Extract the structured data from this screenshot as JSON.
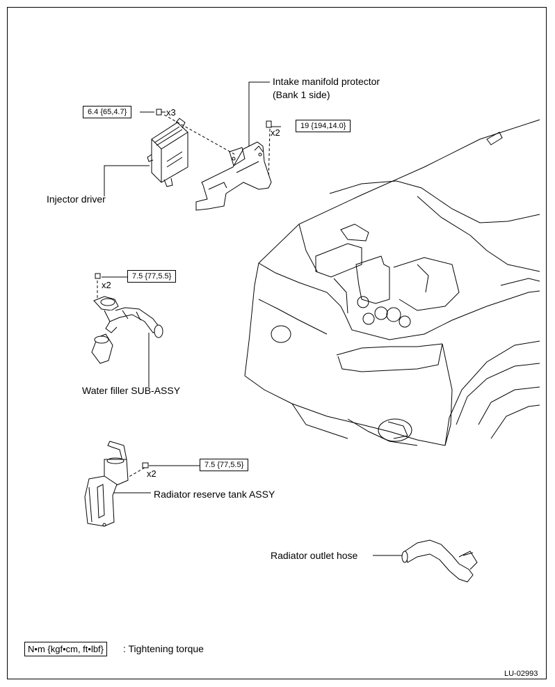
{
  "diagram": {
    "labels": {
      "intake_protector_line1": "Intake manifold protector",
      "intake_protector_line2": "(Bank 1 side)",
      "injector_driver": "Injector driver",
      "water_filler": "Water filler SUB-ASSY",
      "reserve_tank": "Radiator reserve tank ASSY",
      "outlet_hose": "Radiator outlet hose"
    },
    "torques": {
      "injector_driver": "6.4 {65,4.7}",
      "protector": "19 {194,14.0}",
      "water_filler": "7.5 {77,5.5}",
      "reserve_tank": "7.5 {77,5.5}"
    },
    "quantities": {
      "injector_driver": "x3",
      "protector": "x2",
      "water_filler": "x2",
      "reserve_tank": "x2"
    },
    "legend": {
      "units": "N•m {kgf•cm, ft•lbf}",
      "description": ": Tightening torque"
    },
    "code": "LU-02993"
  }
}
